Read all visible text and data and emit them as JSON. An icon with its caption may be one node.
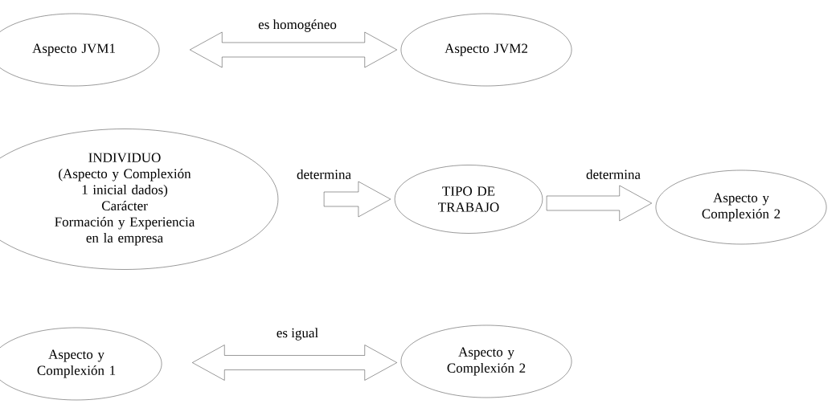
{
  "diagram": {
    "nodes": [
      {
        "text": [
          "Aspecto JVM1"
        ]
      },
      {
        "text": [
          "Aspecto JVM2"
        ]
      },
      {
        "text": [
          "INDIVIDUO",
          "(Aspecto y Complexión 1 inicial dados)",
          "Carácter",
          "Formación y Experiencia en la empresa"
        ]
      },
      {
        "text": [
          "TIPO DE TRABAJO"
        ]
      },
      {
        "text": [
          "Aspecto y Complexión 2"
        ]
      },
      {
        "text": [
          "Aspecto y Complexión 1"
        ]
      },
      {
        "text": [
          "Aspecto y Complexión 2"
        ]
      }
    ],
    "edges": [
      {
        "from": 0,
        "to": 1,
        "arrow": "both",
        "label": "es homogéneo"
      },
      {
        "from": 2,
        "to": 3,
        "arrow": "to",
        "label": "determina"
      },
      {
        "from": 3,
        "to": 4,
        "arrow": "to",
        "label": "determina"
      },
      {
        "from": 5,
        "to": 6,
        "arrow": "both",
        "label": "es igual"
      }
    ]
  }
}
